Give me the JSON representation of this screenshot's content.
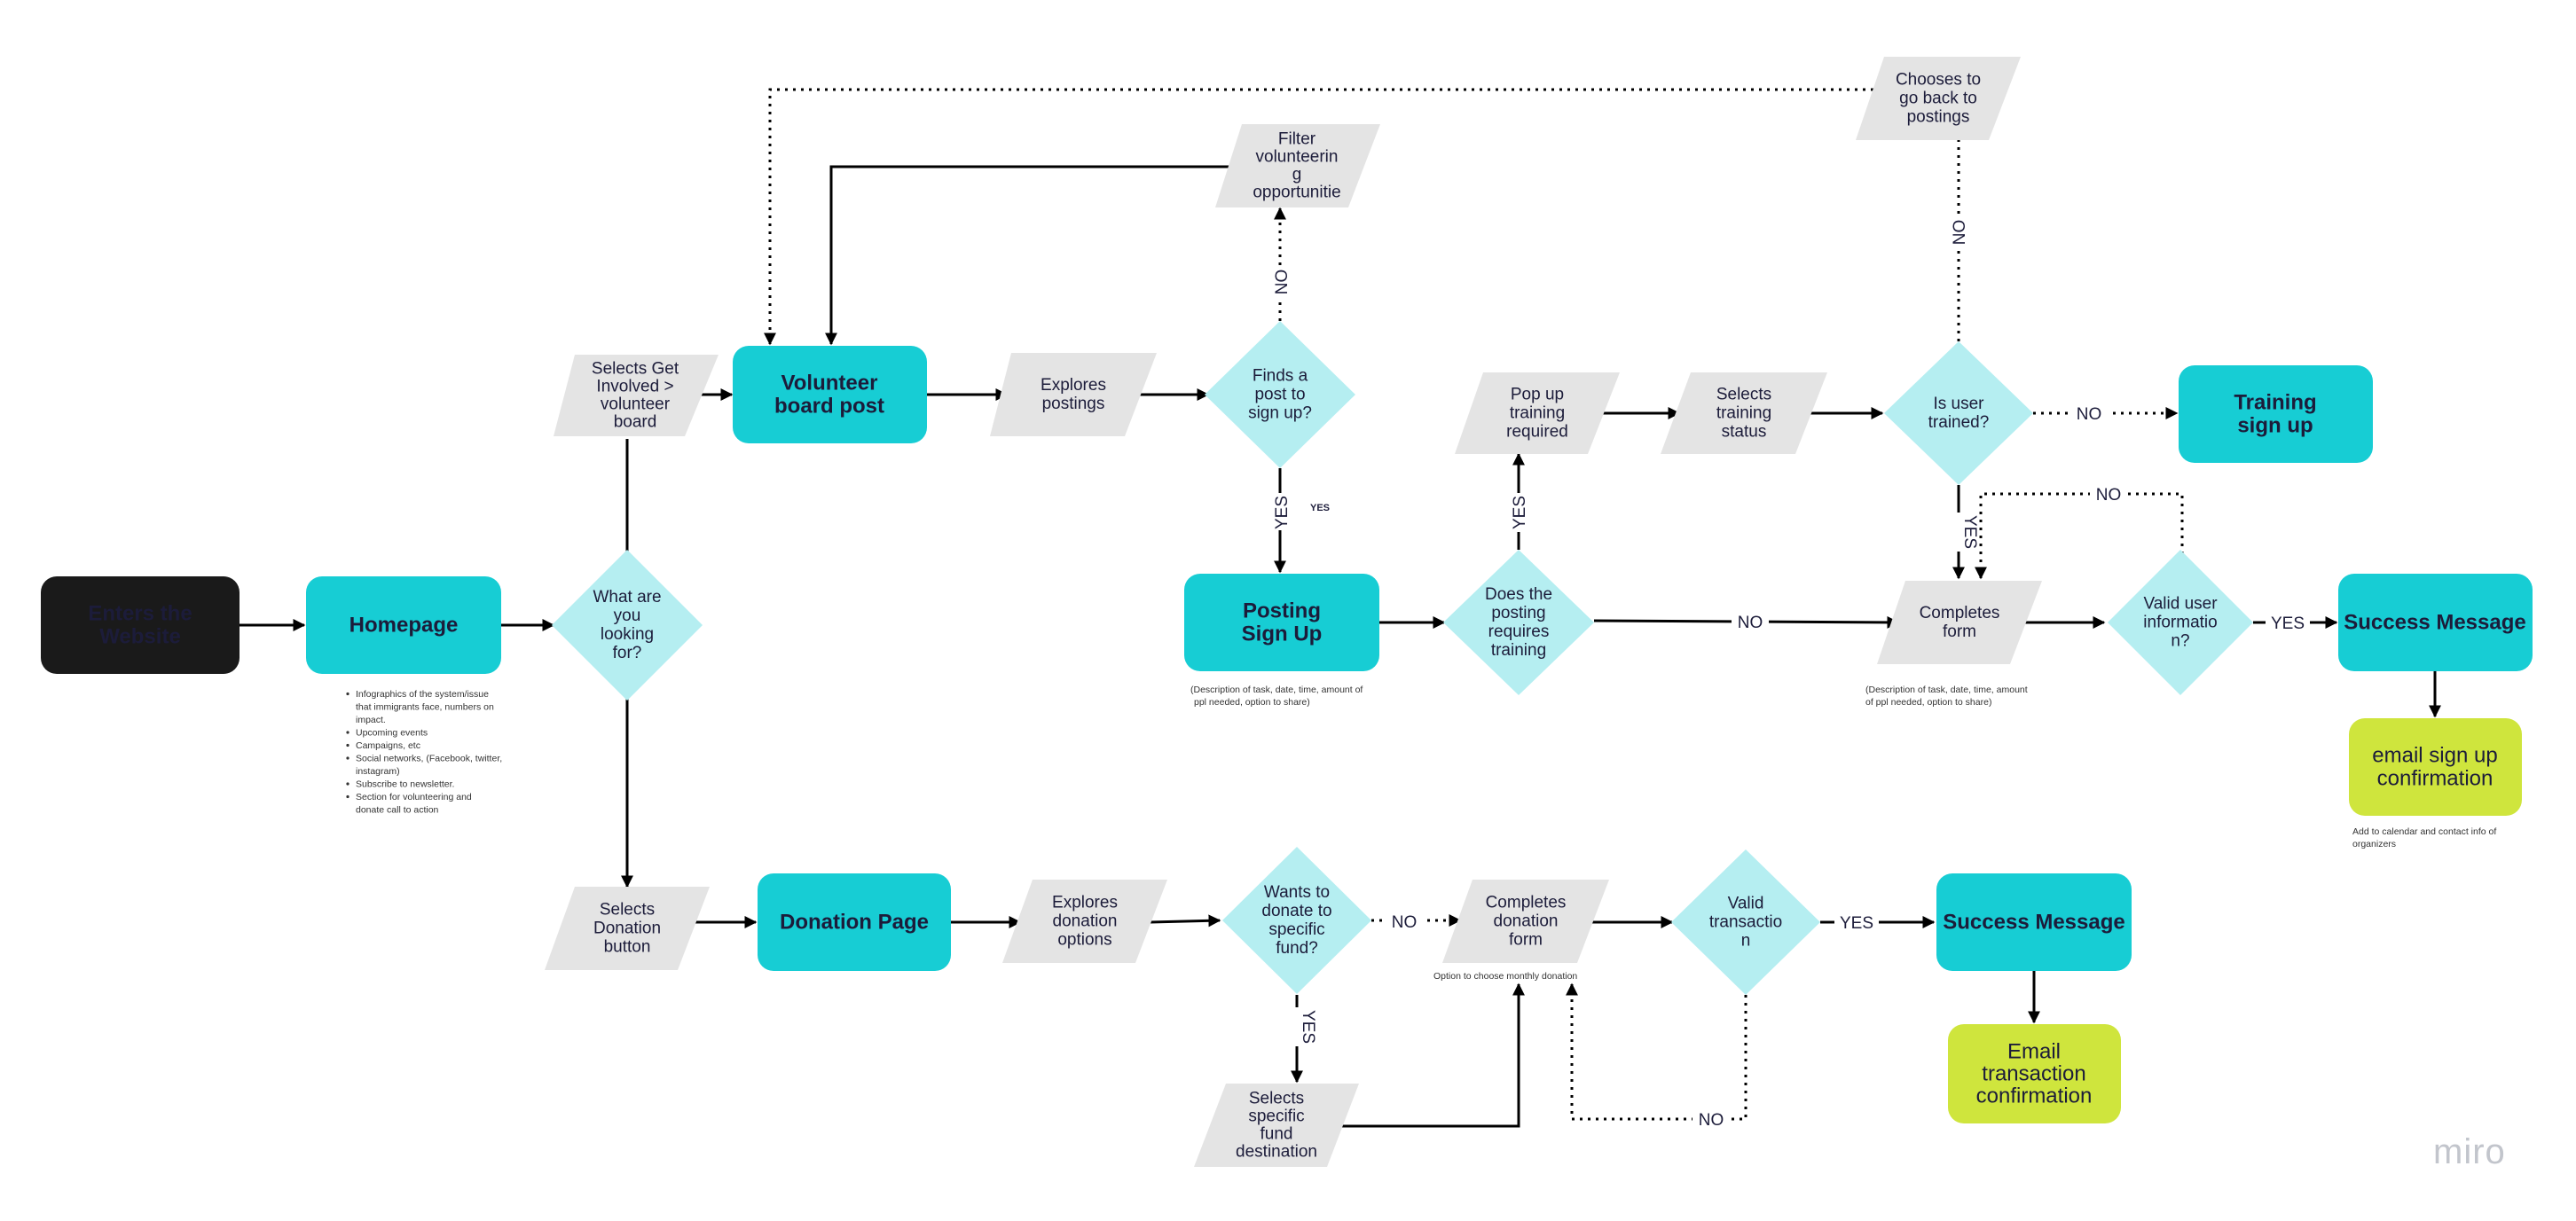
{
  "colors": {
    "teal": "#17cdd4",
    "dark": "#1a1a1a",
    "diamond": "#b5eef1",
    "parallelogram": "#e4e4e4",
    "lime": "#cfe53d",
    "line": "#000000"
  },
  "nodes": {
    "enters": {
      "text": [
        "Enters the",
        "Website"
      ]
    },
    "homepage": {
      "text": [
        "Homepage"
      ]
    },
    "what_looking": {
      "text": [
        "What are",
        "you",
        "looking",
        "for?"
      ]
    },
    "selects_get_involved": {
      "text": [
        "Selects Get",
        "Involved >",
        "volunteer",
        "board"
      ]
    },
    "volunteer_board": {
      "text": [
        "Volunteer",
        "board post"
      ]
    },
    "explores_postings": {
      "text": [
        "Explores",
        "postings"
      ]
    },
    "finds_post": {
      "text": [
        "Finds a",
        "post to",
        "sign up?"
      ]
    },
    "filter": {
      "text": [
        "Filter",
        "volunteerin",
        "g",
        "opportunitie"
      ]
    },
    "posting_signup": {
      "text": [
        "Posting",
        "Sign Up"
      ]
    },
    "does_posting": {
      "text": [
        "Does the",
        "posting",
        "requires",
        "training"
      ]
    },
    "popup_training": {
      "text": [
        "Pop up",
        "training",
        "required"
      ]
    },
    "selects_training": {
      "text": [
        "Selects",
        "training",
        "status"
      ]
    },
    "is_user_trained": {
      "text": [
        "Is user",
        "trained?"
      ]
    },
    "chooses_back": {
      "text": [
        "Chooses to",
        "go back to",
        "postings"
      ]
    },
    "training_signup": {
      "text": [
        "Training",
        "sign up"
      ]
    },
    "completes_form": {
      "text": [
        "Completes",
        "form"
      ]
    },
    "valid_user": {
      "text": [
        "Valid user",
        "informatio",
        "n?"
      ]
    },
    "success_top": {
      "text": [
        "Success Message"
      ]
    },
    "email_signup": {
      "text": [
        "email sign up",
        "confirmation"
      ]
    },
    "selects_donation": {
      "text": [
        "Selects",
        "Donation",
        "button"
      ]
    },
    "donation_page": {
      "text": [
        "Donation Page"
      ]
    },
    "explores_donation": {
      "text": [
        "Explores",
        "donation",
        "options"
      ]
    },
    "wants_donate": {
      "text": [
        "Wants to",
        "donate to",
        "specific",
        "fund?"
      ]
    },
    "completes_donation": {
      "text": [
        "Completes",
        "donation",
        "form"
      ]
    },
    "valid_transaction": {
      "text": [
        "Valid",
        "transactio",
        "n"
      ]
    },
    "success_bottom": {
      "text": [
        "Success Message"
      ]
    },
    "email_transaction": {
      "text": [
        "Email",
        "transaction",
        "confirmation"
      ]
    },
    "selects_fund": {
      "text": [
        "Selects",
        "specific",
        "fund",
        "destination"
      ]
    }
  },
  "edge_labels": {
    "no": "NO",
    "yes": "YES",
    "yes_small": "YES"
  },
  "notes": {
    "homepage_bullets": [
      "Infographics of the system/issue",
      "that immigrants face, numbers on",
      "impact.",
      "Upcoming events",
      "Campaigns, etc",
      "Social networks, (Facebook, twitter,",
      "instagram)",
      "Subscribe to newsletter.",
      "Section for volunteering and",
      "donate call to action"
    ],
    "posting_desc": [
      "(Description of task, date, time, amount of",
      "ppl needed, option to share)"
    ],
    "form_desc": [
      "(Description of task, date, time, amount",
      "of ppl needed, option to share)"
    ],
    "calendar": [
      "Add to calendar and contact info of",
      "organizers"
    ],
    "monthly": "Option to choose monthly donation"
  },
  "watermark": "miro"
}
